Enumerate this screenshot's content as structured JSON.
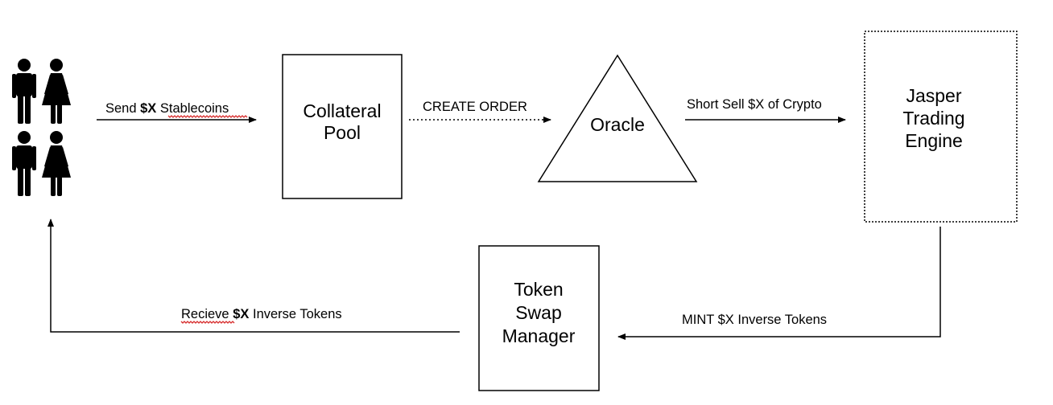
{
  "users": {
    "icon_names": [
      "man-icon",
      "woman-icon",
      "man-icon",
      "woman-icon"
    ]
  },
  "nodes": {
    "collateral_pool": {
      "line1": "Collateral",
      "line2": "Pool"
    },
    "oracle": {
      "label": "Oracle"
    },
    "jasper": {
      "line1": "Jasper",
      "line2": "Trading",
      "line3": "Engine"
    },
    "token_swap": {
      "line1": "Token",
      "line2": "Swap",
      "line3": "Manager"
    }
  },
  "edges": {
    "send": {
      "prefix": "Send ",
      "amount": "$X",
      "space": " ",
      "suffix": "Stablecoins"
    },
    "create_order": {
      "label": "CREATE ORDER"
    },
    "short_sell": {
      "label": "Short Sell $X of Crypto"
    },
    "mint": {
      "label": "MINT $X Inverse Tokens"
    },
    "receive": {
      "prefix": "Recieve",
      "space": " ",
      "amount": "$X",
      "suffix": " Inverse Tokens"
    }
  },
  "colors": {
    "line": "#000000",
    "spellcheck": "#d62a2a"
  }
}
